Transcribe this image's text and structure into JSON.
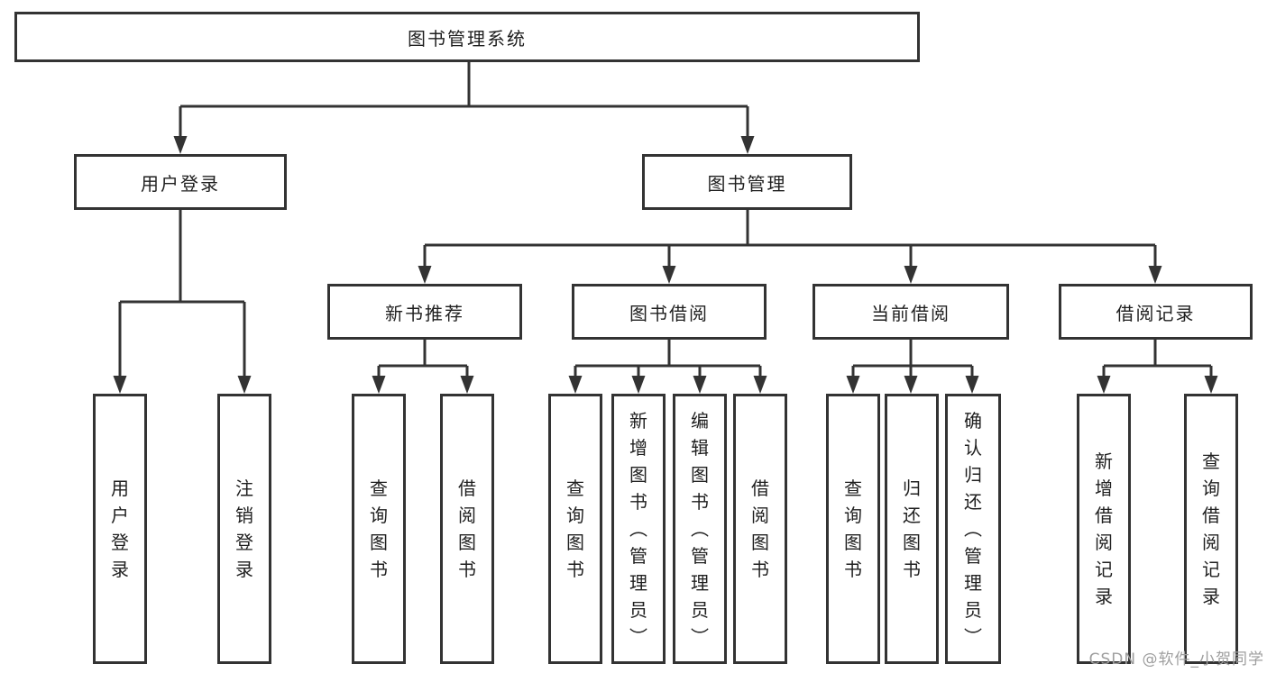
{
  "colors": {
    "stroke": "#333333",
    "text": "#1f1f1f",
    "box_fill": "#ffffff",
    "background": "#ffffff",
    "watermark": "#9e9e9e"
  },
  "tree": {
    "root": {
      "label": "图书管理系统"
    },
    "branches": [
      {
        "label": "用户登录",
        "children": [
          {
            "label": "用户登录"
          },
          {
            "label": "注销登录"
          }
        ]
      },
      {
        "label": "图书管理",
        "children": [
          {
            "label": "新书推荐",
            "children": [
              {
                "label": "查询图书"
              },
              {
                "label": "借阅图书"
              }
            ]
          },
          {
            "label": "图书借阅",
            "children": [
              {
                "label": "查询图书"
              },
              {
                "label": "新增图书（管理员）"
              },
              {
                "label": "编辑图书（管理员）"
              },
              {
                "label": "借阅图书"
              }
            ]
          },
          {
            "label": "当前借阅",
            "children": [
              {
                "label": "查询图书"
              },
              {
                "label": "归还图书"
              },
              {
                "label": "确认归还（管理员）"
              }
            ]
          },
          {
            "label": "借阅记录",
            "children": [
              {
                "label": "新增借阅记录"
              },
              {
                "label": "查询借阅记录"
              }
            ]
          }
        ]
      }
    ]
  },
  "watermark": {
    "text": "CSDN @软件_小贺同学"
  }
}
